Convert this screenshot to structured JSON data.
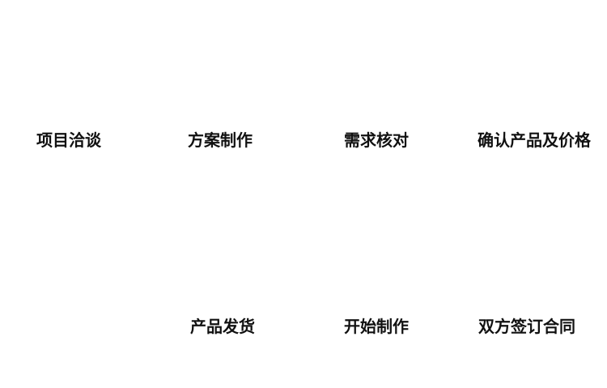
{
  "diagram": {
    "type": "process-flow",
    "background_color": "#ffffff",
    "text_color": "#111111",
    "steps": [
      {
        "label": "项目洽谈",
        "row": "top",
        "order": 1
      },
      {
        "label": "方案制作",
        "row": "top",
        "order": 2
      },
      {
        "label": "需求核对",
        "row": "top",
        "order": 3
      },
      {
        "label": "确认产品及价格",
        "row": "top",
        "order": 4
      },
      {
        "label": "双方签订合同",
        "row": "bottom",
        "order": 5
      },
      {
        "label": "开始制作",
        "row": "bottom",
        "order": 6
      },
      {
        "label": "产品发货",
        "row": "bottom",
        "order": 7
      }
    ]
  }
}
